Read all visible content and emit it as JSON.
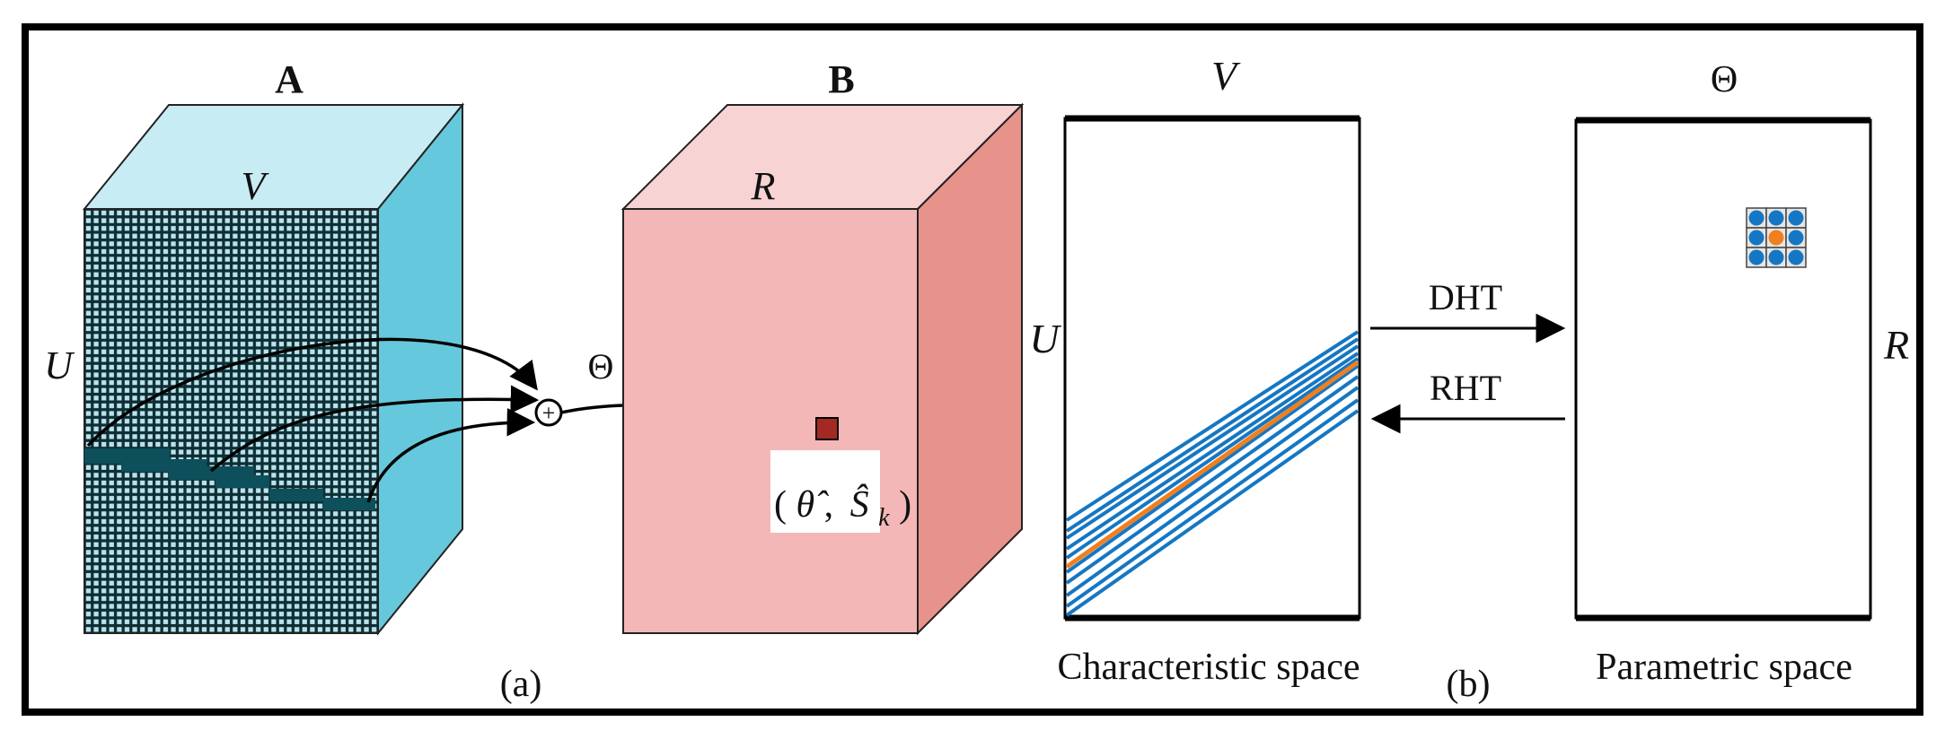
{
  "panel_a": {
    "cube_a_title": "A",
    "cube_a_top_label": "V",
    "cube_a_side_label": "U",
    "cube_b_title": "B",
    "cube_b_top_label": "R",
    "theta_label": "Θ",
    "point_label_open": "(",
    "point_label_theta": "θ̂",
    "point_label_comma": ",",
    "point_label_s": "Ŝ",
    "point_label_sub": "k",
    "point_label_close": ")",
    "sum_symbol": "+",
    "caption": "(a)"
  },
  "panel_b": {
    "char_top_label": "V",
    "char_side_label": "U",
    "char_caption": "Characteristic space",
    "dht_label": "DHT",
    "rht_label": "RHT",
    "param_top_label": "Θ",
    "param_side_label": "R",
    "param_caption": "Parametric space",
    "caption": "(b)"
  },
  "colors": {
    "frame": "#000000",
    "cube_a_front": "#b8e3ee",
    "cube_a_top": "#c8ecf4",
    "cube_a_side": "#66c8dc",
    "cube_a_grid": "#0f2e33",
    "cube_a_highlight": "#0d4f5a",
    "cube_b_front": "#f3b7b7",
    "cube_b_top": "#f8d3d3",
    "cube_b_side": "#e8928c",
    "marker": "#a32a22",
    "line_blue": "#1577c3",
    "line_orange": "#f07f1e",
    "dot_blue": "#1577c3",
    "dot_orange": "#f07f1e"
  }
}
